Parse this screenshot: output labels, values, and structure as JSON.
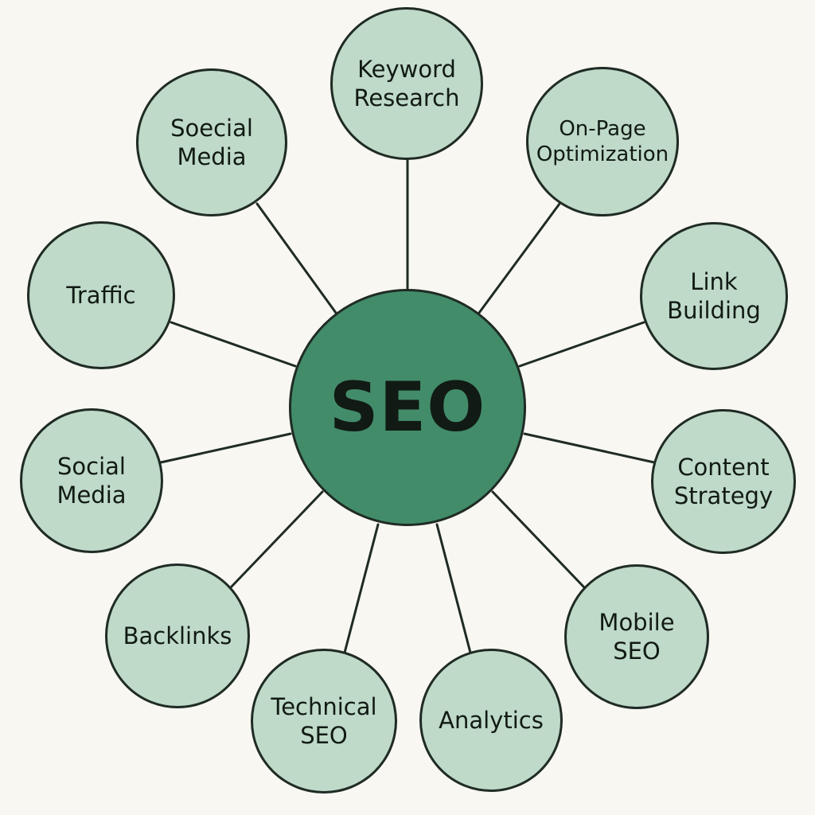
{
  "colors": {
    "background": "#f8f7f2",
    "hub_fill": "#428c6a",
    "satellite_fill": "#bfdac8",
    "outline": "#1f2b24",
    "connector": "#1f2b24"
  },
  "hub": {
    "label": "SEO"
  },
  "satellites": [
    {
      "label": "Keyword\nResearch"
    },
    {
      "label": "On-Page\nOptimization"
    },
    {
      "label": "Link\nBuilding"
    },
    {
      "label": "Content\nStrategy"
    },
    {
      "label": "Mobile\nSEO"
    },
    {
      "label": "Analytics"
    },
    {
      "label": "Technical\nSEO"
    },
    {
      "label": "Backlinks"
    },
    {
      "label": "Social\nMedia"
    },
    {
      "label": "Traffic"
    },
    {
      "label": "Soecial\nMedia"
    }
  ]
}
